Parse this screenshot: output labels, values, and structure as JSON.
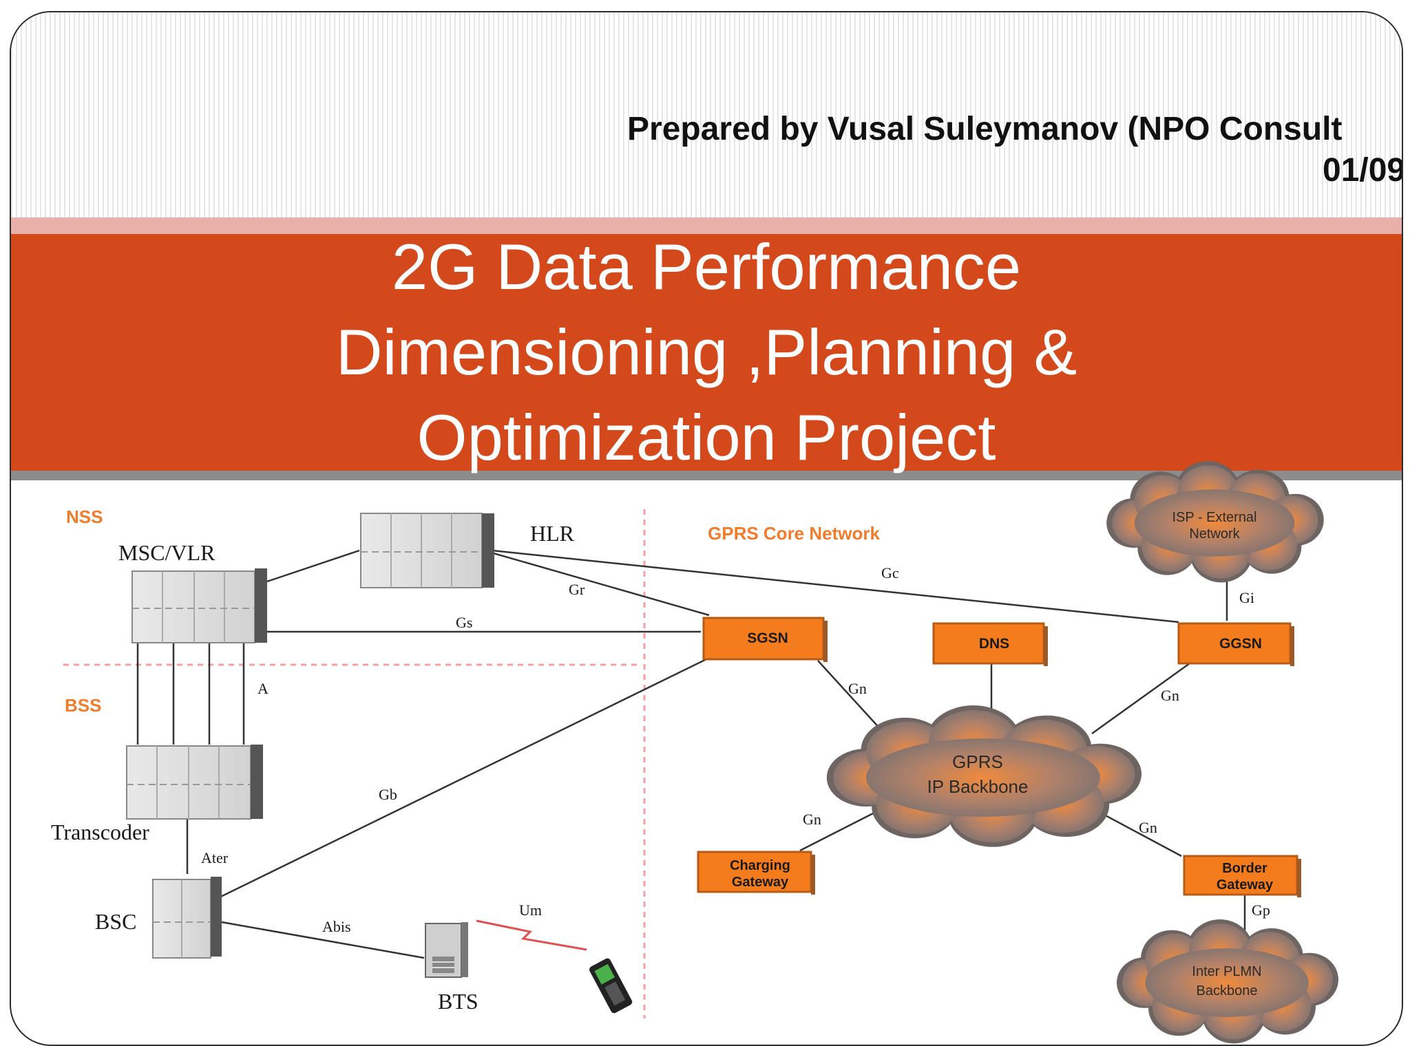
{
  "header": {
    "prepared_line1": "Prepared by  Vusal Suleymanov  (NPO Consult",
    "prepared_line2": "01/09"
  },
  "title": {
    "line1": "2G Data Performance",
    "line2": "Dimensioning ,Planning &",
    "line3": "Optimization Project"
  },
  "diagram": {
    "sections": {
      "nss": "NSS",
      "bss": "BSS",
      "gprs_core": "GPRS Core Network"
    },
    "nodes": {
      "msc_vlr": "MSC/VLR",
      "hlr": "HLR",
      "transcoder": "Transcoder",
      "bsc": "BSC",
      "bts": "BTS",
      "sgsn": "SGSN",
      "dns": "DNS",
      "ggsn": "GGSN",
      "charging_gateway_1": "Charging",
      "charging_gateway_2": "Gateway",
      "border_gateway_1": "Border",
      "border_gateway_2": "Gateway"
    },
    "clouds": {
      "isp_1": "ISP - External",
      "isp_2": "Network",
      "gprs_1": "GPRS",
      "gprs_2": "IP Backbone",
      "plmn_1": "Inter PLMN",
      "plmn_2": "Backbone"
    },
    "interfaces": {
      "gr": "Gr",
      "gc": "Gc",
      "gs": "Gs",
      "gi": "Gi",
      "a": "A",
      "gn_sgsn": "Gn",
      "gn_ggsn": "Gn",
      "gn_charging": "Gn",
      "gn_border": "Gn",
      "gb": "Gb",
      "ater": "Ater",
      "abis": "Abis",
      "um": "Um",
      "gp": "Gp"
    },
    "colors": {
      "orange_box": "#f47c1c",
      "section_label": "#f07c2c",
      "banner": "#d4491c",
      "cloud": "#8a7a78"
    }
  }
}
